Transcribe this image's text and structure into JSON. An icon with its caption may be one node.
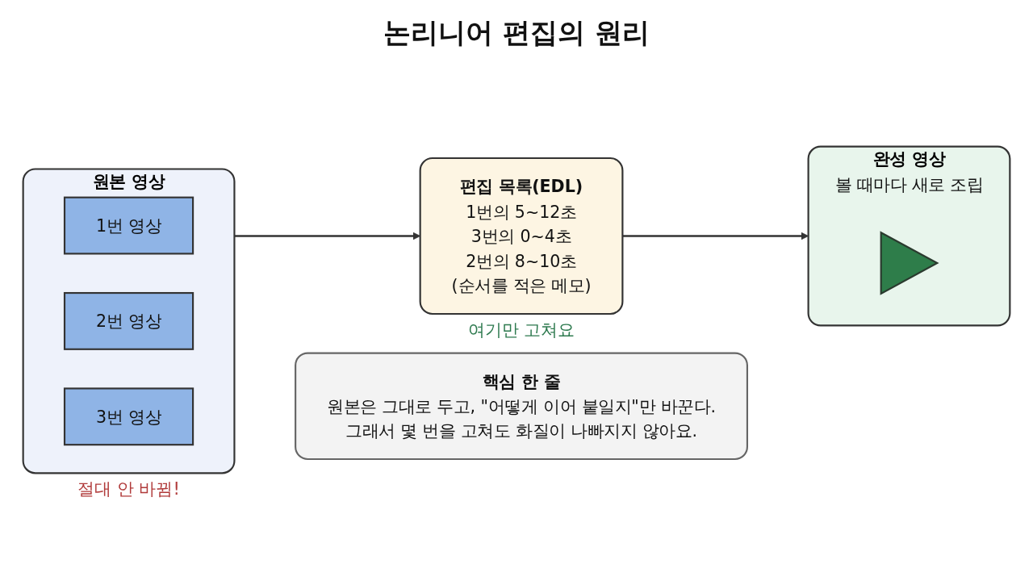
{
  "diagram": {
    "title": "논리니어 편집의 원리",
    "nodes": [
      {
        "text": [
          "원본 영상"
        ],
        "beside": [
          "절대 안 바뀜!"
        ]
      },
      {
        "text": [
          "1번 영상"
        ],
        "in": 0
      },
      {
        "text": [
          "2번 영상"
        ],
        "in": 0
      },
      {
        "text": [
          "3번 영상"
        ],
        "in": 0
      },
      {
        "text": [
          "편집 목록(EDL)",
          "1번의 5~12초",
          "3번의 0~4초",
          "2번의 8~10초",
          "(순서를 적은 메모)"
        ],
        "beside": [
          "여기만 고쳐요"
        ]
      },
      {
        "text": [
          "완성 영상",
          "볼 때마다 새로 조립"
        ]
      },
      {
        "text": [],
        "shape": "triangle",
        "in": 5
      },
      {
        "text": [
          "핵심 한 줄",
          "원본은 그대로 두고, \"어떻게 이어 붙일지\"만 바꾼다.",
          "그래서 몇 번을 고쳐도 화질이 나빠지지 않아요."
        ]
      }
    ],
    "edges": [
      {
        "from": 0,
        "to": 4,
        "arrow": "to"
      },
      {
        "from": 4,
        "to": 5,
        "arrow": "to"
      }
    ]
  }
}
